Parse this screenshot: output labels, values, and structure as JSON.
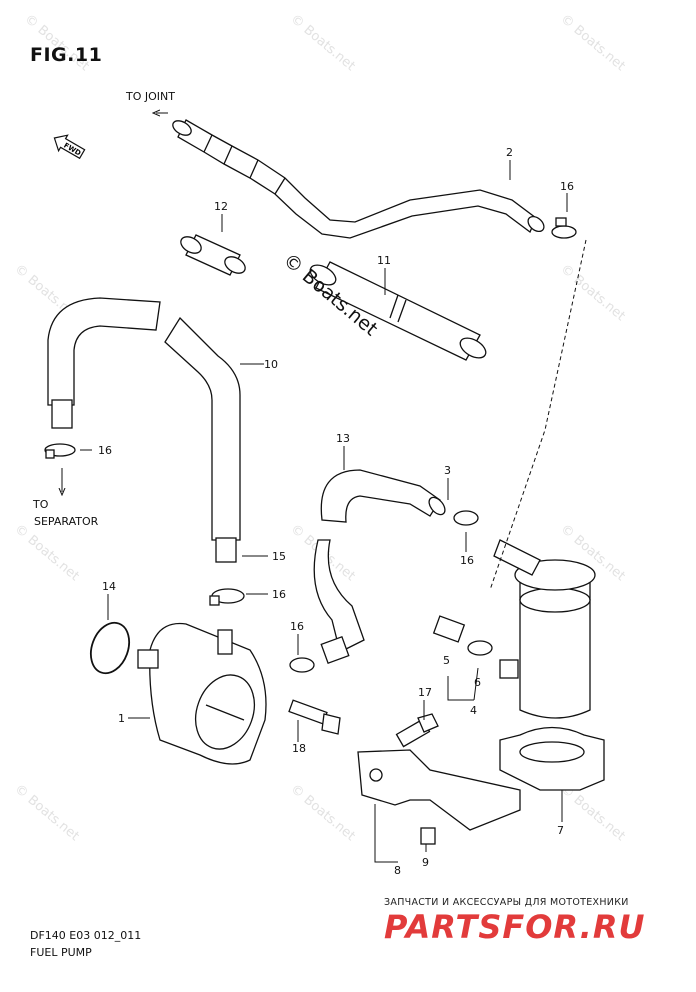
{
  "figure": {
    "title": "FIG.11",
    "code": "DF140 E03 012_011",
    "name": "FUEL PUMP"
  },
  "labels": {
    "to_joint": "TO JOINT",
    "to": "TO",
    "separator": "SEPARATOR",
    "fwd": "FWD"
  },
  "callouts": {
    "p1": "1",
    "p2": "2",
    "p3": "3",
    "p4": "4",
    "p5": "5",
    "p6": "6",
    "p7": "7",
    "p8": "8",
    "p9": "9",
    "p10": "10",
    "p11": "11",
    "p12": "12",
    "p13": "13",
    "p14": "14",
    "p15": "15",
    "p16a": "16",
    "p16b": "16",
    "p16c": "16",
    "p16d": "16",
    "p16e": "16",
    "p17": "17",
    "p18": "18"
  },
  "watermark": {
    "center": "© Boats.net",
    "repeat": "© Boats.net"
  },
  "shop": {
    "tagline": "ЗАПЧАСТИ И АКСЕССУАРЫ ДЛЯ МОТОТЕХНИКИ",
    "brand": "PARTSFOR.RU",
    "brand_color": "#e23b3b"
  }
}
